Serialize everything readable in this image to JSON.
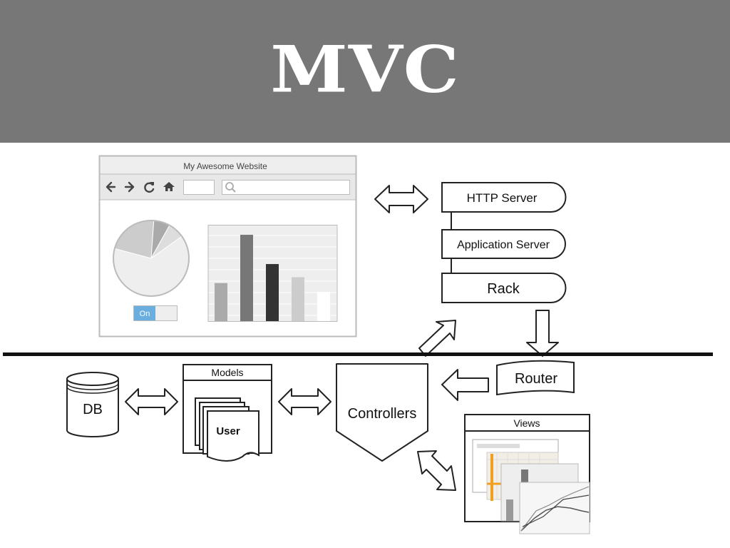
{
  "slide": {
    "title": "MVC"
  },
  "browser": {
    "window_title": "My Awesome Website",
    "toggle_label": "On",
    "address_value": "",
    "search_value": "",
    "pie_chart": {
      "slices": [
        0.64,
        0.22,
        0.07,
        0.07
      ]
    },
    "bar_chart": {
      "values": [
        26,
        59,
        39,
        30,
        20
      ],
      "colors": [
        "#aaaaaa",
        "#777777",
        "#333333",
        "#cccccc",
        "#ffffff"
      ]
    }
  },
  "stack": {
    "http_server": "HTTP Server",
    "app_server": "Application Server",
    "rack": "Rack"
  },
  "mvc": {
    "router": "Router",
    "controllers": "Controllers",
    "models_title": "Models",
    "user": "User",
    "db": "DB",
    "views_title": "Views"
  },
  "colors": {
    "header": "#777777",
    "accent_blue": "#6aaee0",
    "accent_orange": "#f0a020",
    "line": "#222222"
  }
}
